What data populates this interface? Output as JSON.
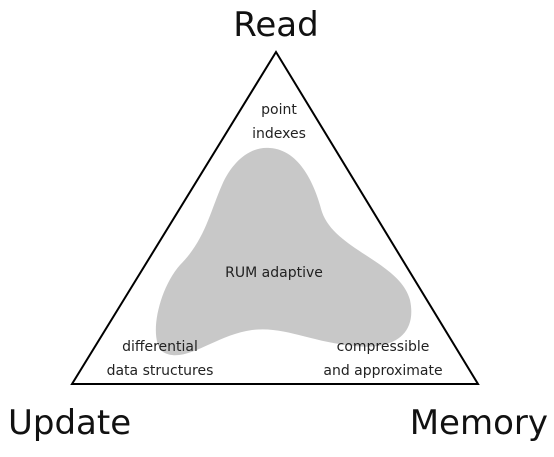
{
  "diagram": {
    "corners": {
      "top": "Read",
      "bottom_left": "Update",
      "bottom_right": "Memory"
    },
    "regions": {
      "top": [
        "point",
        "indexes"
      ],
      "bottom_left": [
        "differential",
        "data structures"
      ],
      "bottom_right": [
        "compressible",
        "and approximate"
      ],
      "center": "RUM adaptive"
    },
    "colors": {
      "line": "#000000",
      "blob_fill": "#c8c8c8",
      "text": "#222222",
      "background": "#ffffff"
    }
  }
}
